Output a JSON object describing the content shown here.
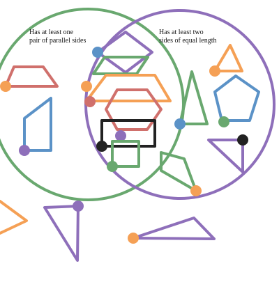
{
  "circles": {
    "left": {
      "label_line1": "Has at least one",
      "label_line2": "pair of parallel sides",
      "color": "#69a86f"
    },
    "right": {
      "label_line1": "Has at least two",
      "label_line2": "sides of equal length",
      "color": "#8e6fba"
    }
  },
  "colors": {
    "green": "#69a86f",
    "purple": "#8e6fba",
    "orange": "#f5a055",
    "blue": "#5b92c7",
    "red": "#d0706c",
    "black": "#222222"
  }
}
